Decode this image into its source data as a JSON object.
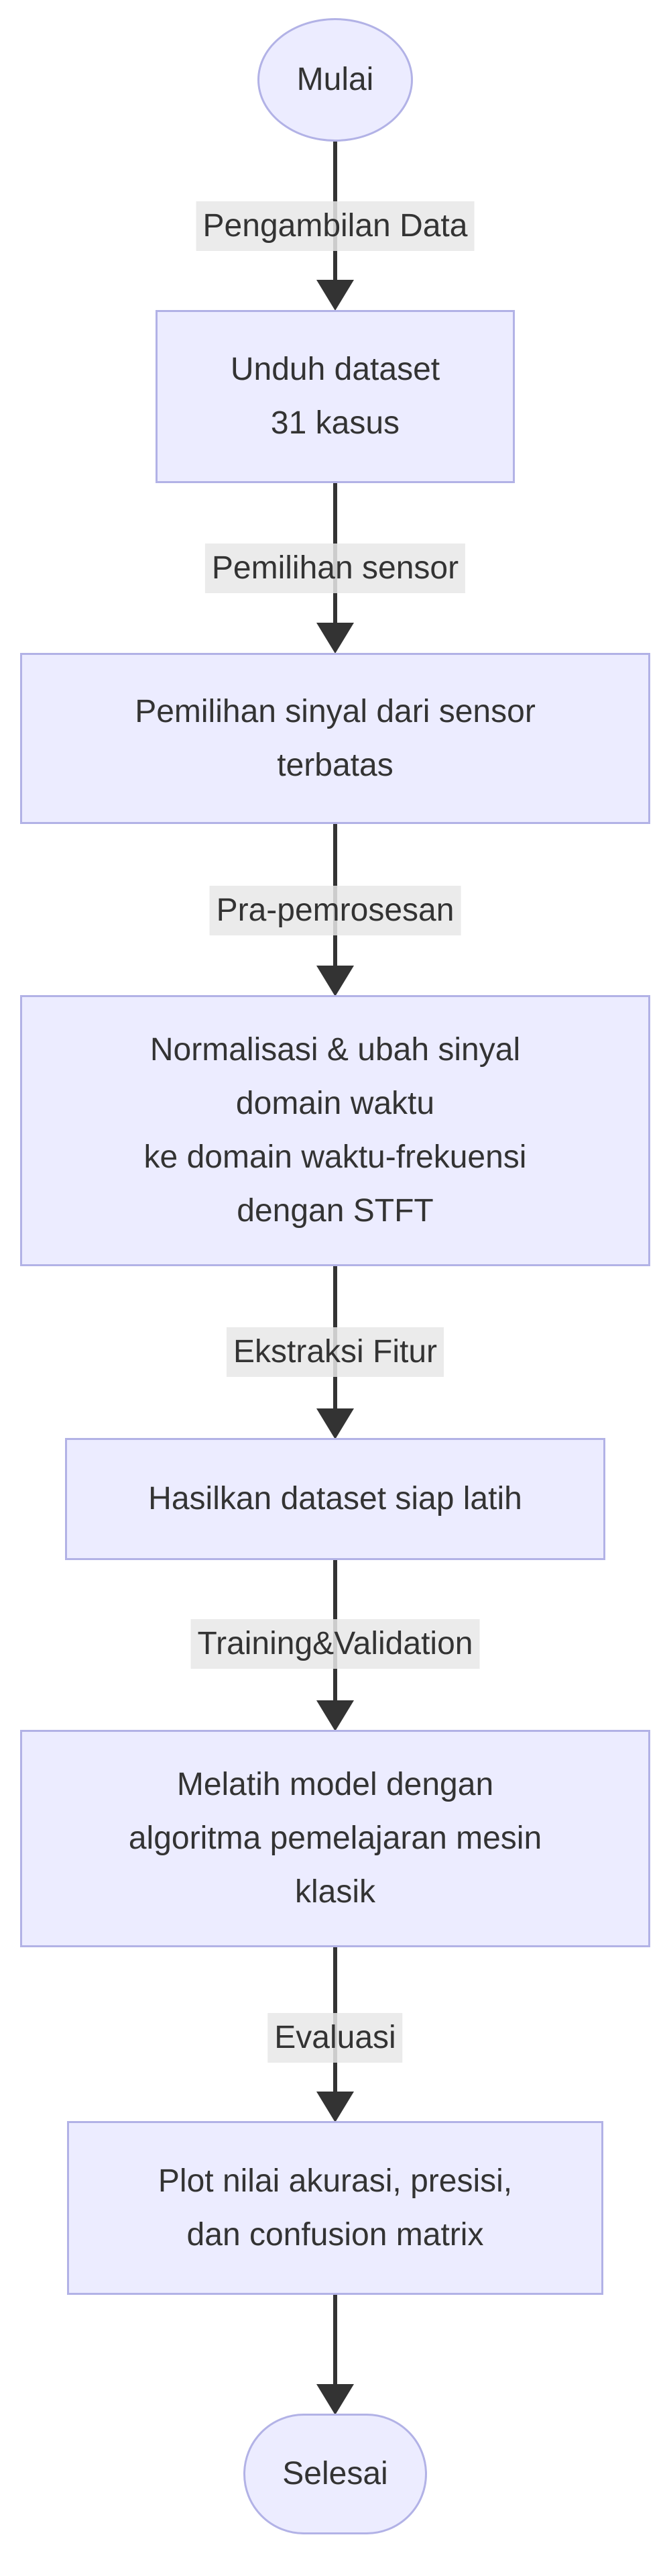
{
  "diagram": {
    "type": "flowchart",
    "direction": "top-down",
    "nodes": [
      {
        "id": "start",
        "shape": "ellipse",
        "label": "Mulai"
      },
      {
        "id": "download-dataset",
        "shape": "rect",
        "label": "Unduh dataset\n31 kasus"
      },
      {
        "id": "sensor-selection",
        "shape": "rect",
        "label": "Pemilihan sinyal dari sensor\nterbatas"
      },
      {
        "id": "preprocessing",
        "shape": "rect",
        "label": "Normalisasi & ubah sinyal\ndomain waktu\nke domain waktu-frekuensi\ndengan STFT"
      },
      {
        "id": "dataset-ready",
        "shape": "rect",
        "label": "Hasilkan dataset siap latih"
      },
      {
        "id": "train-model",
        "shape": "rect",
        "label": "Melatih model dengan\nalgoritma pemelajaran mesin\nklasik"
      },
      {
        "id": "plot-metrics",
        "shape": "rect",
        "label": "Plot nilai akurasi, presisi,\ndan confusion matrix"
      },
      {
        "id": "end",
        "shape": "stadium",
        "label": "Selesai"
      }
    ],
    "edges": [
      {
        "from": "start",
        "to": "download-dataset",
        "label": "Pengambilan Data"
      },
      {
        "from": "download-dataset",
        "to": "sensor-selection",
        "label": "Pemilihan sensor"
      },
      {
        "from": "sensor-selection",
        "to": "preprocessing",
        "label": "Pra-pemrosesan"
      },
      {
        "from": "preprocessing",
        "to": "dataset-ready",
        "label": "Ekstraksi Fitur"
      },
      {
        "from": "dataset-ready",
        "to": "train-model",
        "label": "Training&Validation"
      },
      {
        "from": "train-model",
        "to": "plot-metrics",
        "label": "Evaluasi"
      },
      {
        "from": "plot-metrics",
        "to": "end",
        "label": ""
      }
    ],
    "colors": {
      "node_fill": "#ECECFF",
      "node_border": "#b2b2e6",
      "edge_label_bg": "#e8e8e8",
      "line": "#333333",
      "text": "#333333",
      "background": "#ffffff"
    }
  }
}
